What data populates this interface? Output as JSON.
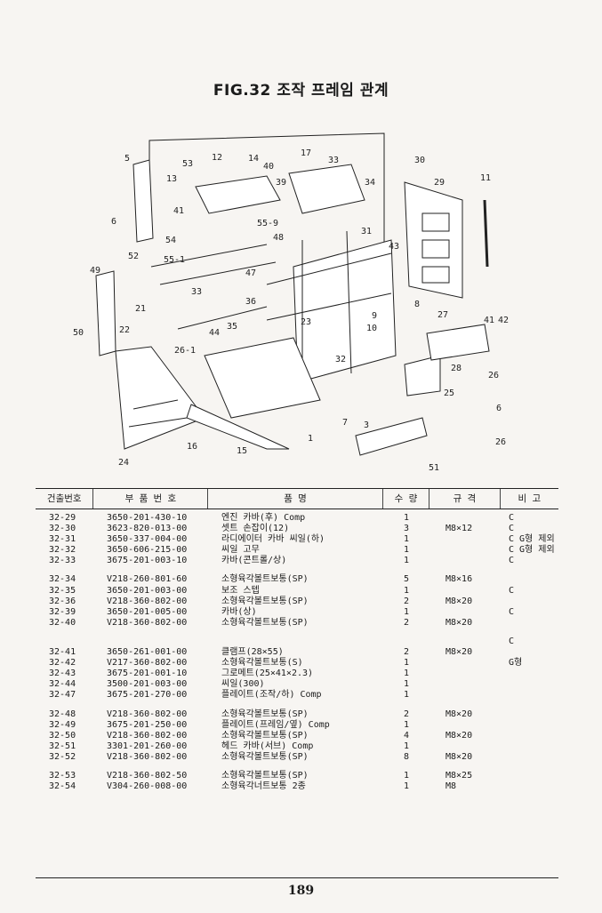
{
  "title": "FIG.32 조작 프레임 관계",
  "diagram": {
    "callouts": [
      "5",
      "12",
      "53",
      "14",
      "17",
      "33",
      "40",
      "30",
      "13",
      "39",
      "34",
      "29",
      "11",
      "6",
      "41",
      "55-9",
      "54",
      "48",
      "31",
      "43",
      "55-1",
      "52",
      "49",
      "33",
      "47",
      "8",
      "27",
      "36",
      "23",
      "9",
      "10",
      "50",
      "21",
      "22",
      "35",
      "41",
      "42",
      "26-1",
      "44",
      "32",
      "28",
      "26",
      "25",
      "7",
      "3",
      "6",
      "16",
      "15",
      "26",
      "1",
      "24",
      "51"
    ]
  },
  "table": {
    "headers": [
      "건출번호",
      "부 품 번 호",
      "품 명",
      "수 량",
      "규 격",
      "비 고"
    ],
    "groups": [
      [
        {
          "no": "32-29",
          "part": "3650-201-430-10",
          "name": "엔진 카바(후) Comp",
          "qty": "1",
          "spec": "",
          "note": "C"
        },
        {
          "no": "32-30",
          "part": "3623-820-013-00",
          "name": "셋트 손잡이(12)",
          "qty": "3",
          "spec": "M8×12",
          "note": "C"
        },
        {
          "no": "32-31",
          "part": "3650-337-004-00",
          "name": "라디에이터 카바 씨일(하)",
          "qty": "1",
          "spec": "",
          "note": "C G형 제외"
        },
        {
          "no": "32-32",
          "part": "3650-606-215-00",
          "name": "씨일 고무",
          "qty": "1",
          "spec": "",
          "note": "C G형 제외"
        },
        {
          "no": "32-33",
          "part": "3675-201-003-10",
          "name": "카바(콘트롤/상)",
          "qty": "1",
          "spec": "",
          "note": "C"
        }
      ],
      [
        {
          "no": "32-34",
          "part": "V218-260-801-60",
          "name": "소형육각볼트보통(SP)",
          "qty": "5",
          "spec": "M8×16",
          "note": ""
        },
        {
          "no": "32-35",
          "part": "3650-201-003-00",
          "name": "보조 스텝",
          "qty": "1",
          "spec": "",
          "note": "C"
        },
        {
          "no": "32-36",
          "part": "V218-360-802-00",
          "name": "소형육각볼트보통(SP)",
          "qty": "2",
          "spec": "M8×20",
          "note": ""
        },
        {
          "no": "32-39",
          "part": "3650-201-005-00",
          "name": "카바(상)",
          "qty": "1",
          "spec": "",
          "note": "C"
        },
        {
          "no": "32-40",
          "part": "V218-360-802-00",
          "name": "소형육각볼트보통(SP)",
          "qty": "2",
          "spec": "M8×20",
          "note": ""
        }
      ],
      [
        {
          "no": "",
          "part": "",
          "name": "",
          "qty": "",
          "spec": "",
          "note": "C"
        },
        {
          "no": "32-41",
          "part": "3650-261-001-00",
          "name": "클램프(28×55)",
          "qty": "2",
          "spec": "M8×20",
          "note": ""
        },
        {
          "no": "32-42",
          "part": "V217-360-802-00",
          "name": "소형육각볼트보통(S)",
          "qty": "1",
          "spec": "",
          "note": "G형"
        },
        {
          "no": "32-43",
          "part": "3675-201-001-10",
          "name": "그로메트(25×41×2.3)",
          "qty": "1",
          "spec": "",
          "note": ""
        },
        {
          "no": "32-44",
          "part": "3500-201-003-00",
          "name": "씨일(300)",
          "qty": "1",
          "spec": "",
          "note": ""
        },
        {
          "no": "32-47",
          "part": "3675-201-270-00",
          "name": "플레이트(조작/하) Comp",
          "qty": "1",
          "spec": "",
          "note": ""
        }
      ],
      [
        {
          "no": "32-48",
          "part": "V218-360-802-00",
          "name": "소형육각볼트보통(SP)",
          "qty": "2",
          "spec": "M8×20",
          "note": ""
        },
        {
          "no": "32-49",
          "part": "3675-201-250-00",
          "name": "플레이트(프레임/옆) Comp",
          "qty": "1",
          "spec": "",
          "note": ""
        },
        {
          "no": "32-50",
          "part": "V218-360-802-00",
          "name": "소형육각볼트보통(SP)",
          "qty": "4",
          "spec": "M8×20",
          "note": ""
        },
        {
          "no": "32-51",
          "part": "3301-201-260-00",
          "name": "헤드 카바(서브) Comp",
          "qty": "1",
          "spec": "",
          "note": ""
        },
        {
          "no": "32-52",
          "part": "V218-360-802-00",
          "name": "소형육각볼트보통(SP)",
          "qty": "8",
          "spec": "M8×20",
          "note": ""
        }
      ],
      [
        {
          "no": "32-53",
          "part": "V218-360-802-50",
          "name": "소형육각볼트보통(SP)",
          "qty": "1",
          "spec": "M8×25",
          "note": ""
        },
        {
          "no": "32-54",
          "part": "V304-260-008-00",
          "name": "소형육각너트보통 2종",
          "qty": "1",
          "spec": "M8",
          "note": ""
        }
      ]
    ]
  },
  "page_number": "189"
}
